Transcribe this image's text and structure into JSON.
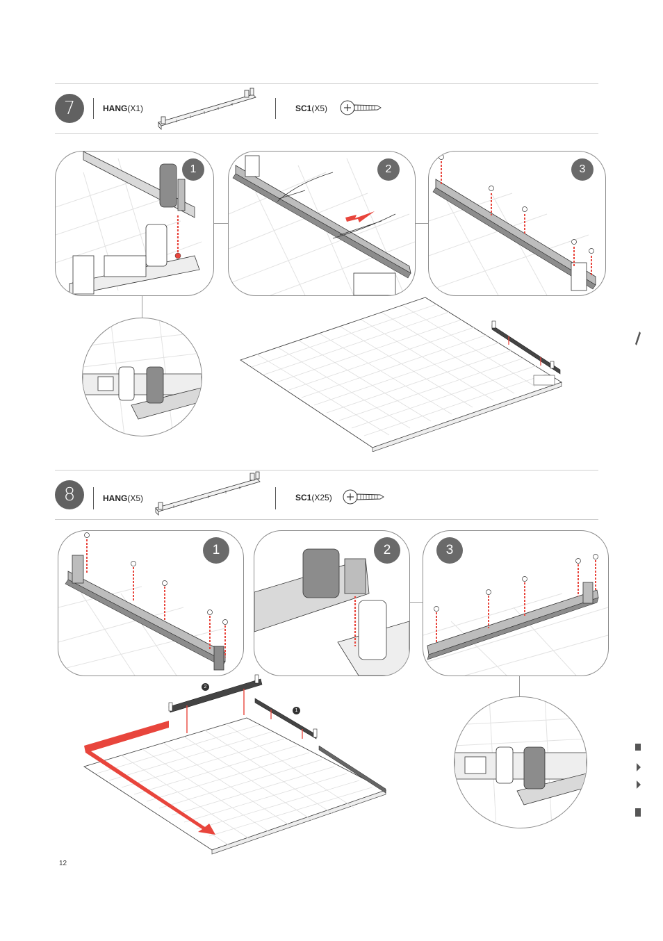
{
  "page_number": "12",
  "step7": {
    "number": "7",
    "hang_name": "HANG",
    "hang_qty": "(X1)",
    "screw_name": "SC1",
    "screw_qty": "(X5)",
    "substeps": [
      "1",
      "2",
      "3"
    ]
  },
  "step8": {
    "number": "8",
    "hang_name": "HANG",
    "hang_qty": "(X5)",
    "screw_name": "SC1",
    "screw_qty": "(X25)",
    "substeps": [
      "1",
      "2",
      "3"
    ],
    "order_markers": [
      "2",
      "1"
    ]
  },
  "colors": {
    "accent_red": "#e8453c",
    "step_gray": "#616161",
    "line_gray": "#cfcfcf"
  }
}
